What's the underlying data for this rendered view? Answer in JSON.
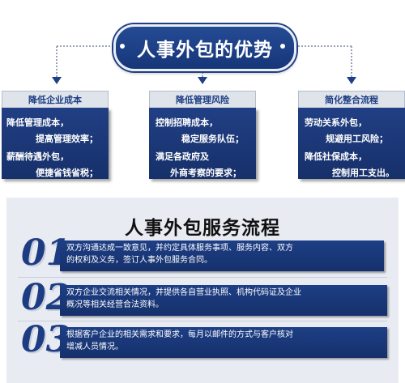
{
  "header": {
    "title": "人事外包的优势"
  },
  "advantages": [
    {
      "title": "降低企业成本",
      "lines": [
        "降低管理成本，",
        "提高管理效率；",
        "薪酬待遇外包，",
        "便捷省钱省税；"
      ]
    },
    {
      "title": "降低管理风险",
      "lines": [
        "控制招聘成本，",
        "稳定服务队伍；",
        "满足各政府及",
        "外商考察的要求；"
      ]
    },
    {
      "title": "简化整合流程",
      "lines": [
        "劳动关系外包，",
        "规避用工风险；",
        "降低社保成本，",
        "控制用工支出。"
      ]
    }
  ],
  "process": {
    "title": "人事外包服务流程",
    "steps": [
      {
        "num": "01",
        "lines": [
          "双方沟通达成一致意见，并约定具体服务事项、服务内容、双方",
          "的权利及义务，签订人事外包服务合同。"
        ]
      },
      {
        "num": "02",
        "lines": [
          "双方企业交流相关情况，并提供各自营业执照、机构代码证及企业",
          "概况等相关经营合法资料。"
        ]
      },
      {
        "num": "03",
        "lines": [
          "根据客户企业的相关需求和要求，每月以邮件的方式与客户核对",
          "增减人员情况。"
        ]
      }
    ]
  },
  "colors": {
    "navy": "#1d3c82",
    "panel": "#e8ebf2",
    "card_head": "#dfe3ea"
  }
}
